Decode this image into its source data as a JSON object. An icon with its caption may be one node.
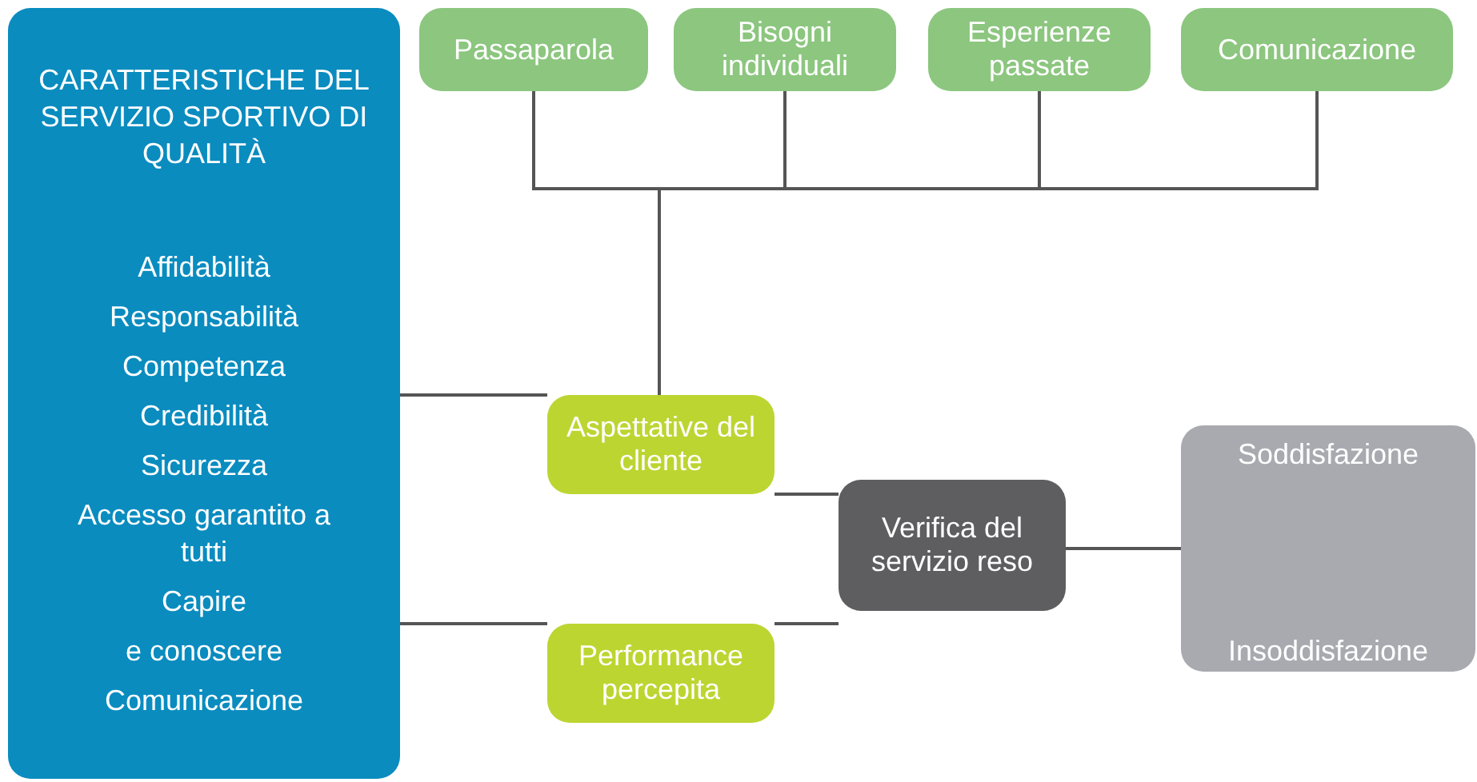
{
  "diagram": {
    "nodes": [
      {
        "text": [
          "CARATTERISTICHE DEL SERVIZIO SPORTIVO DI QUALITÀ",
          "Affidabilità",
          "Responsabilità",
          "Competenza",
          "Credibilità",
          "Sicurezza",
          "Accesso garantito a tutti",
          "Capire",
          "e conoscere",
          "Comunicazione"
        ]
      },
      {
        "text": [
          "Passaparola"
        ]
      },
      {
        "text": [
          "Bisogni individuali"
        ]
      },
      {
        "text": [
          "Esperienze passate"
        ]
      },
      {
        "text": [
          "Comunicazione"
        ]
      },
      {
        "text": [
          "Aspettative del cliente"
        ]
      },
      {
        "text": [
          "Performance percepita"
        ]
      },
      {
        "text": [
          "Verifica del servizio reso"
        ]
      },
      {
        "text": [
          "Soddisfazione",
          "Insoddisfazione"
        ]
      }
    ],
    "edges": [
      {
        "from": 1,
        "to": 5,
        "arrow": "none"
      },
      {
        "from": 2,
        "to": 5,
        "arrow": "none"
      },
      {
        "from": 3,
        "to": 5,
        "arrow": "none"
      },
      {
        "from": 4,
        "to": 5,
        "arrow": "none"
      },
      {
        "from": 0,
        "to": 5,
        "arrow": "none"
      },
      {
        "from": 0,
        "to": 6,
        "arrow": "none"
      },
      {
        "from": 5,
        "to": 7,
        "arrow": "none"
      },
      {
        "from": 6,
        "to": 7,
        "arrow": "none"
      },
      {
        "from": 7,
        "to": 8,
        "arrow": "none"
      }
    ]
  }
}
